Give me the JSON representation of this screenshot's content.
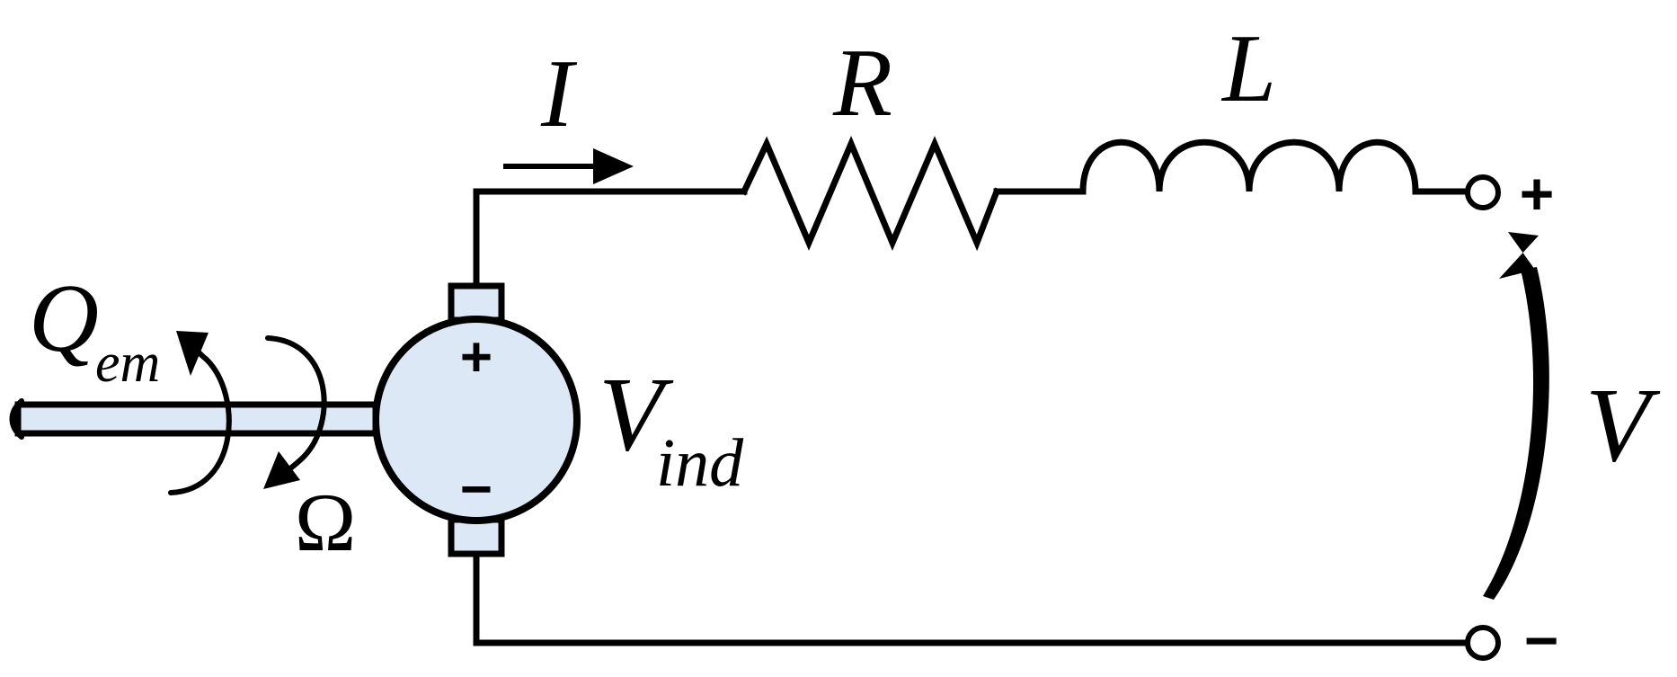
{
  "diagram": {
    "labels": {
      "current": "I",
      "resistor": "R",
      "inductor": "L",
      "terminal_voltage": "V",
      "induced_voltage_main": "V",
      "induced_voltage_sub": "ind",
      "torque_main": "Q",
      "torque_sub": "em",
      "angular_speed": "Ω"
    },
    "signs": {
      "motor_positive": "+",
      "motor_negative": "−",
      "terminal_positive": "+",
      "terminal_negative": "−"
    },
    "colors": {
      "line": "#000000",
      "motor_fill": "#dce8f5",
      "background": "#ffffff"
    }
  }
}
